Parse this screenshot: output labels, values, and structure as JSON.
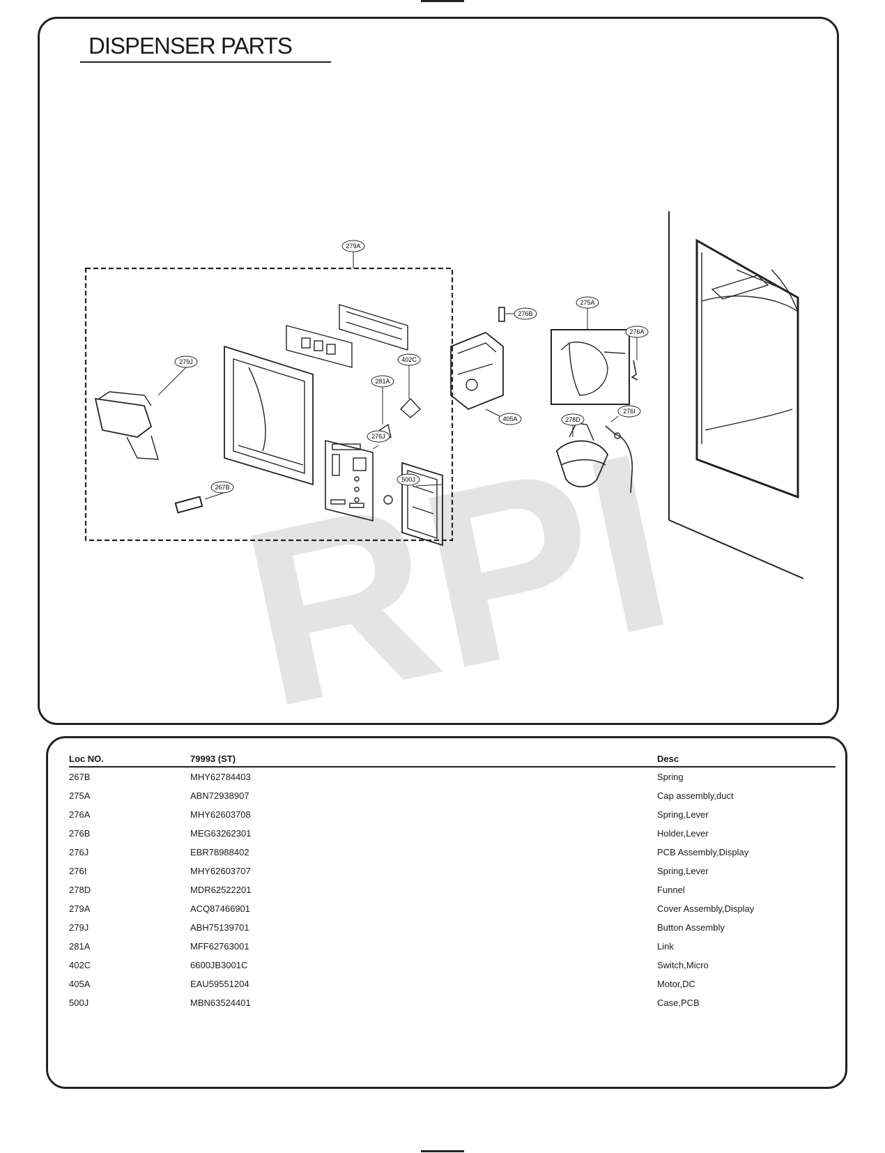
{
  "page": {
    "title": "DISPENSER PARTS",
    "watermark": "RPI"
  },
  "callouts": [
    "279A",
    "276B",
    "275A",
    "276A",
    "279J",
    "402C",
    "281A",
    "405A",
    "276J",
    "278D",
    "276I",
    "267B",
    "500J"
  ],
  "table": {
    "headers": {
      "loc": "Loc NO.",
      "part": "79993 (ST)",
      "desc": "Desc"
    },
    "rows": [
      {
        "loc": "267B",
        "part": "MHY62784403",
        "desc": "Spring"
      },
      {
        "loc": "275A",
        "part": "ABN72938907",
        "desc": "Cap assembly,duct"
      },
      {
        "loc": "276A",
        "part": "MHY62603708",
        "desc": "Spring,Lever"
      },
      {
        "loc": "276B",
        "part": "MEG63262301",
        "desc": "Holder,Lever"
      },
      {
        "loc": "276J",
        "part": "EBR78988402",
        "desc": "PCB Assembly,Display"
      },
      {
        "loc": "276I",
        "part": "MHY62603707",
        "desc": "Spring,Lever"
      },
      {
        "loc": "278D",
        "part": "MDR62522201",
        "desc": "Funnel"
      },
      {
        "loc": "279A",
        "part": "ACQ87466901",
        "desc": "Cover Assembly,Display"
      },
      {
        "loc": "279J",
        "part": "ABH75139701",
        "desc": "Button Assembly"
      },
      {
        "loc": "281A",
        "part": "MFF62763001",
        "desc": "Link"
      },
      {
        "loc": "402C",
        "part": "6600JB3001C",
        "desc": "Switch,Micro"
      },
      {
        "loc": "405A",
        "part": "EAU59551204",
        "desc": "Motor,DC"
      },
      {
        "loc": "500J",
        "part": "MBN63524401",
        "desc": "Case,PCB"
      }
    ]
  }
}
